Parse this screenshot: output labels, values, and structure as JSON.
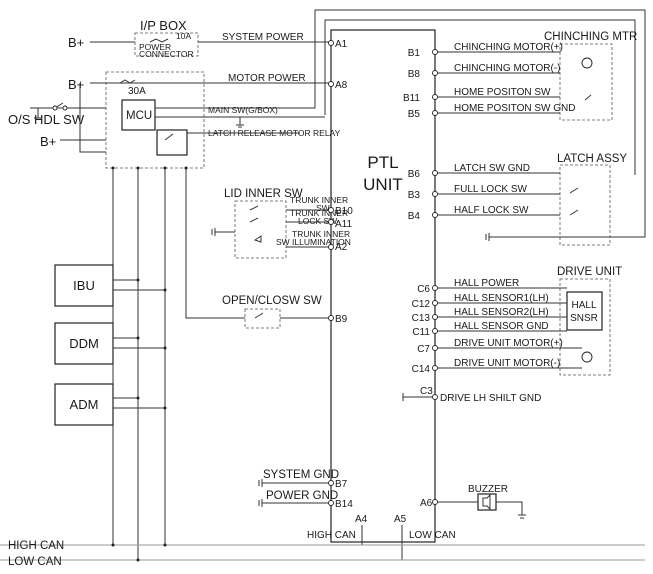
{
  "ipbox": {
    "title": "I/P BOX",
    "fuse": "10A",
    "connector": "POWER\nCONNECTOR",
    "system_power": "SYSTEM POWER",
    "pin": "A1"
  },
  "supply": {
    "bplus": "B+",
    "fuse30": "30A",
    "motor_power": "MOTOR POWER",
    "pin_a8": "A8"
  },
  "mcu": {
    "label": "MCU",
    "os_hdl": "O/S HDL SW",
    "main_sw": "MAIN SW(G/BOX)",
    "relay": "LATCH RELEASE MOTOR RELAY"
  },
  "ptl": {
    "line1": "PTL",
    "line2": "UNIT"
  },
  "lid": {
    "title": "LID INNER SW",
    "trunk_inner": "TRUNK INNER\nSW",
    "trunk_lock": "TRUNK INNER\nLOCK SW",
    "trunk_illum": "TRUNK INNER\nSW ILLUMINATION",
    "pins": [
      "B10",
      "A11",
      "A2"
    ]
  },
  "openclose": {
    "title": "OPEN/CLOSW SW",
    "pin": "B9"
  },
  "modules": [
    "IBU",
    "DDM",
    "ADM"
  ],
  "gnd": {
    "system": "SYSTEM GND",
    "power": "POWER GND",
    "pin_b7": "B7",
    "pin_b14": "B14"
  },
  "can": {
    "high": "HIGH CAN",
    "low": "LOW CAN",
    "pin_high": "A4",
    "pin_low": "A5",
    "high_label": "HIGH CAN",
    "low_label": "LOW CAN"
  },
  "chinching": {
    "title": "CHINCHING MTR",
    "rows": [
      {
        "pin": "B1",
        "label": "CHINCHING MOTOR(+)"
      },
      {
        "pin": "B8",
        "label": "CHINCHING MOTOR(-)"
      },
      {
        "pin": "B11",
        "label": "HOME POSITON SW"
      },
      {
        "pin": "B5",
        "label": "HOME POSITON SW GND"
      }
    ]
  },
  "latch": {
    "title": "LATCH ASSY",
    "rows": [
      {
        "pin": "B6",
        "label": "LATCH SW GND"
      },
      {
        "pin": "B3",
        "label": "FULL LOCK SW"
      },
      {
        "pin": "B4",
        "label": "HALF LOCK SW"
      }
    ]
  },
  "drive": {
    "title": "DRIVE UNIT",
    "hall": "HALL\nSNSR",
    "rows": [
      {
        "pin": "C6",
        "label": "HALL POWER"
      },
      {
        "pin": "C12",
        "label": "HALL SENSOR1(LH)"
      },
      {
        "pin": "C13",
        "label": "HALL SENSOR2(LH)"
      },
      {
        "pin": "C11",
        "label": "HALL SENSOR GND"
      },
      {
        "pin": "C7",
        "label": "DRIVE UNIT MOTOR(+)"
      },
      {
        "pin": "C14",
        "label": "DRIVE UNIT MOTOR(-)"
      }
    ],
    "c3_pin": "C3",
    "c3_label": "DRIVE LH SHILT GND"
  },
  "buzzer": {
    "label": "BUZZER",
    "pin": "A6"
  }
}
